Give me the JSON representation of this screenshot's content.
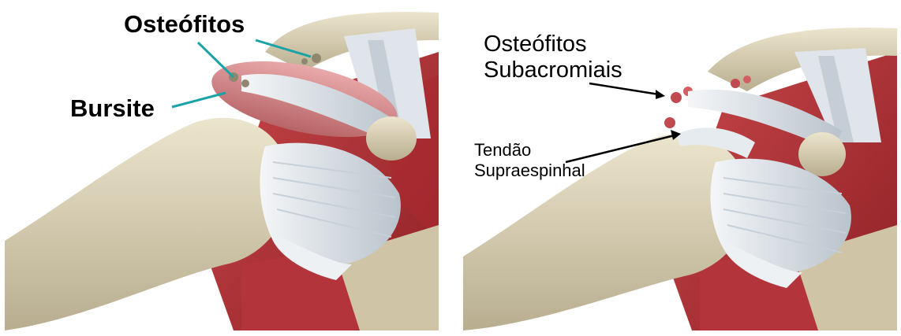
{
  "left_panel": {
    "label_osteofitos": "Osteófitos",
    "label_bursite": "Bursite"
  },
  "right_panel": {
    "label_osteofitos_line1": "Osteófitos",
    "label_osteofitos_line2": "Subacromiais",
    "label_tendao_line1": "Tendão",
    "label_tendao_line2": "Supraespinhal"
  },
  "colors": {
    "bone": "#d9d0b4",
    "muscle": "#b8343a",
    "tendon": "#e3e8ec",
    "bursa": "#d98a8c",
    "pointer_left": "#1aa3a7",
    "pointer_right": "#000000"
  }
}
